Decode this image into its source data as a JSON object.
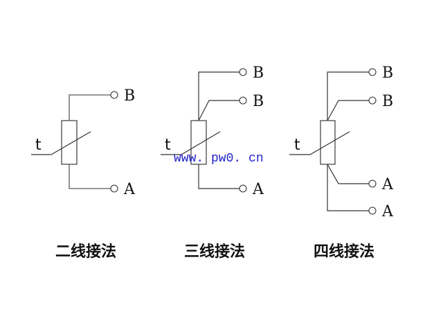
{
  "diagrams": [
    {
      "id": "two-wire",
      "caption": "二线接法",
      "temp_label": "t",
      "terminals": [
        "B",
        "A"
      ]
    },
    {
      "id": "three-wire",
      "caption": "三线接法",
      "temp_label": "t",
      "terminals": [
        "B",
        "B",
        "A"
      ]
    },
    {
      "id": "four-wire",
      "caption": "四线接法",
      "temp_label": "t",
      "terminals": [
        "B",
        "B",
        "A",
        "A"
      ]
    }
  ],
  "watermark": "www. pw0. cn",
  "colors": {
    "line": "#333333",
    "watermark": "#2222cc"
  }
}
